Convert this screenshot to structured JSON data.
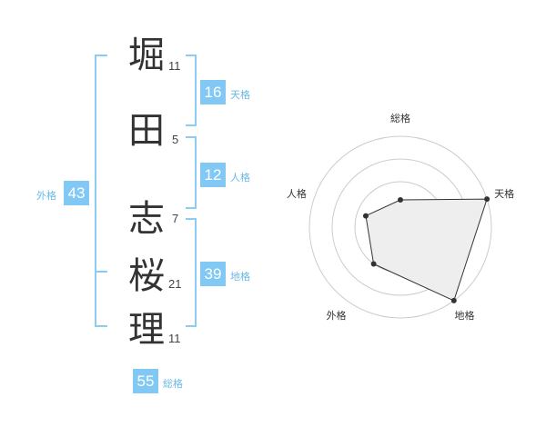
{
  "name": {
    "chars": [
      {
        "char": "堀",
        "strokes": "11"
      },
      {
        "char": "田",
        "strokes": "5"
      },
      {
        "char": "志",
        "strokes": "7"
      },
      {
        "char": "桜",
        "strokes": "21"
      },
      {
        "char": "理",
        "strokes": "11"
      }
    ]
  },
  "fortunes": {
    "tenkaku": {
      "value": "16",
      "label": "天格"
    },
    "jinkaku": {
      "value": "12",
      "label": "人格"
    },
    "chikaku": {
      "value": "39",
      "label": "地格"
    },
    "gaikaku": {
      "value": "43",
      "label": "外格"
    },
    "soukaku": {
      "value": "55",
      "label": "総格"
    }
  },
  "colors": {
    "accent": "#81c9f4",
    "bracket": "#8ccbf3"
  },
  "chart_data": {
    "type": "radar",
    "axes": [
      "総格",
      "天格",
      "地格",
      "外格",
      "人格"
    ],
    "values": [
      0.3,
      1.0,
      1.0,
      0.5,
      0.4
    ],
    "max": 1.0,
    "rings": 4,
    "grid": true
  }
}
